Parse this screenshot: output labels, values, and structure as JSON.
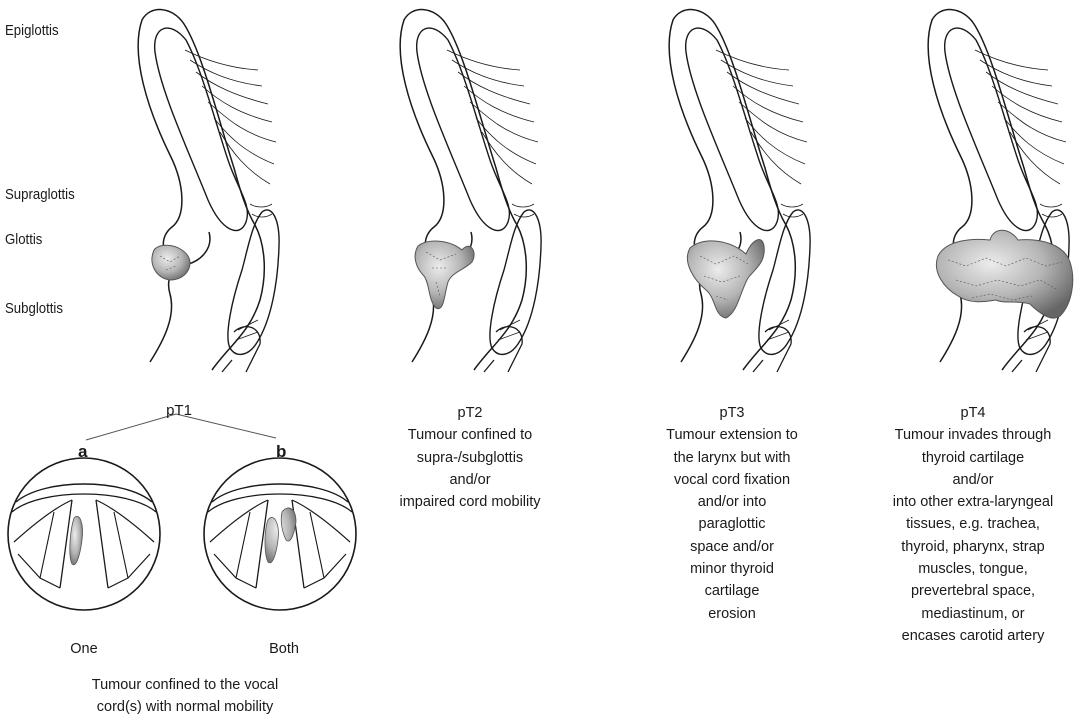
{
  "region_labels": [
    "Epiglottis",
    "Supraglottis",
    "Glottis",
    "Subglottis"
  ],
  "stages": [
    {
      "title": "pT1",
      "lines": []
    },
    {
      "title": "pT2",
      "lines": [
        "Tumour confined to",
        "supra-/subglottis",
        "and/or",
        "impaired cord mobility"
      ]
    },
    {
      "title": "pT3",
      "lines": [
        "Tumour extension to",
        "the larynx but with",
        "vocal cord fixation",
        "and/or into",
        "paraglottic",
        "space and/or",
        "minor thyroid",
        "cartilage",
        "erosion"
      ]
    },
    {
      "title": "pT4",
      "lines": [
        "Tumour invades through",
        "thyroid cartilage",
        "and/or",
        "into other extra-laryngeal",
        "tissues, e.g. trachea,",
        "thyroid, pharynx, strap",
        "muscles, tongue,",
        "prevertebral space,",
        "mediastinum, or",
        "encases carotid artery"
      ]
    }
  ],
  "pt1": {
    "sub_a": "a",
    "sub_b": "b",
    "view_a_label": "One",
    "view_b_label": "Both",
    "caption_lines": [
      "Tumour confined to the vocal",
      "cord(s) with normal mobility"
    ]
  },
  "colors": {
    "line": "#1a1a1a",
    "tumour_light": "#e6e6e6",
    "tumour_dark": "#6a6a6a"
  }
}
